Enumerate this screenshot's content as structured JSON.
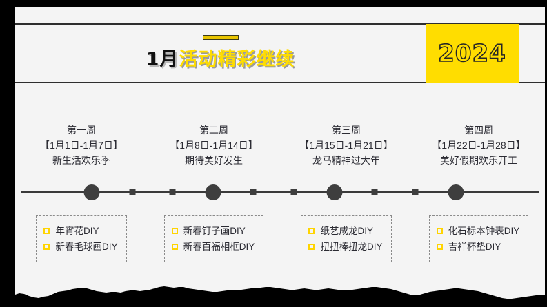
{
  "poster": {
    "background_color": "#f4f4f4",
    "frame_color": "#000000",
    "accent_color": "#ffdd00"
  },
  "header": {
    "title_prefix": "1月",
    "title_rest": "活动精彩继续",
    "year_badge": "2024"
  },
  "weeks": [
    {
      "name": "第一周",
      "range": "【1月1日-1月7日】",
      "theme": "新生活欢乐季",
      "activities": [
        "年宵花DIY",
        "新春毛球画DIY"
      ]
    },
    {
      "name": "第二周",
      "range": "【1月8日-1月14日】",
      "theme": "期待美好发生",
      "activities": [
        "新春钉子画DIY",
        "新春百福相框DIY"
      ]
    },
    {
      "name": "第三周",
      "range": "【1月15日-1月21日】",
      "theme": "龙马精神过大年",
      "activities": [
        "纸艺成龙DIY",
        "扭扭棒扭龙DIY"
      ]
    },
    {
      "name": "第四周",
      "range": "【1月22日-1月28日】",
      "theme": "美好假期欢乐开工",
      "activities": [
        "化石标本钟表DIY",
        "吉祥杯垫DIY"
      ]
    }
  ]
}
